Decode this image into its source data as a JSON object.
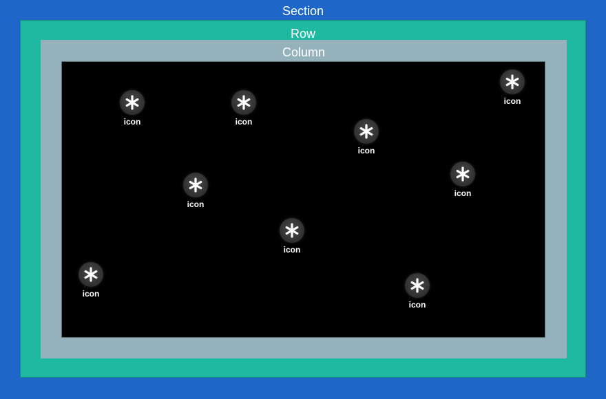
{
  "section": {
    "label": "Section"
  },
  "row": {
    "label": "Row"
  },
  "column": {
    "label": "Column"
  },
  "icons": [
    {
      "label": "icon",
      "icon": "asterisk-icon"
    },
    {
      "label": "icon",
      "icon": "asterisk-icon"
    },
    {
      "label": "icon",
      "icon": "asterisk-icon"
    },
    {
      "label": "icon",
      "icon": "asterisk-icon"
    },
    {
      "label": "icon",
      "icon": "asterisk-icon"
    },
    {
      "label": "icon",
      "icon": "asterisk-icon"
    },
    {
      "label": "icon",
      "icon": "asterisk-icon"
    },
    {
      "label": "icon",
      "icon": "asterisk-icon"
    },
    {
      "label": "icon",
      "icon": "asterisk-icon"
    }
  ],
  "colors": {
    "section": "#1e67c8",
    "row": "#1fb9a1",
    "column": "#94b1bc",
    "canvas": "#000000"
  }
}
